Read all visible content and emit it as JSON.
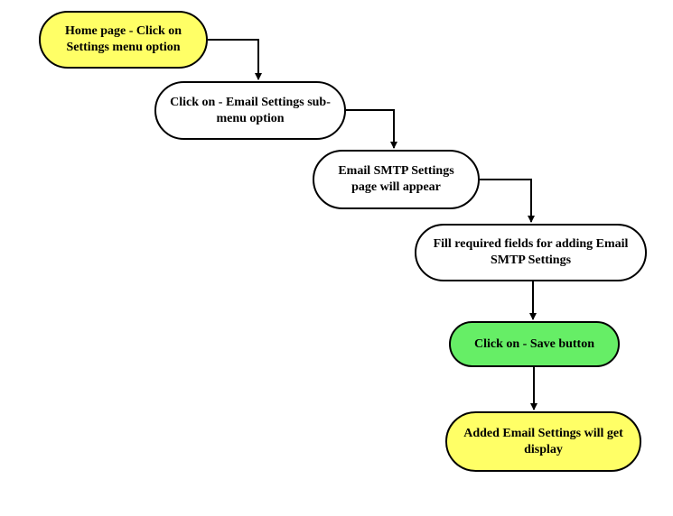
{
  "diagram": {
    "nodes": [
      {
        "id": "n1",
        "label": "Home page - Click on Settings menu option",
        "fill": "#ffff66"
      },
      {
        "id": "n2",
        "label": "Click on - Email Settings sub-menu option",
        "fill": "#ffffff"
      },
      {
        "id": "n3",
        "label": "Email SMTP Settings page will appear",
        "fill": "#ffffff"
      },
      {
        "id": "n4",
        "label": "Fill required fields for adding Email SMTP Settings",
        "fill": "#ffffff"
      },
      {
        "id": "n5",
        "label": "Click on - Save button",
        "fill": "#66ee66"
      },
      {
        "id": "n6",
        "label": "Added Email Settings will get display",
        "fill": "#ffff66"
      }
    ],
    "edges": [
      {
        "from": "n1",
        "to": "n2"
      },
      {
        "from": "n2",
        "to": "n3"
      },
      {
        "from": "n3",
        "to": "n4"
      },
      {
        "from": "n4",
        "to": "n5"
      },
      {
        "from": "n5",
        "to": "n6"
      }
    ],
    "colors": {
      "border": "#000000",
      "connector": "#000000",
      "background": "#ffffff"
    }
  }
}
